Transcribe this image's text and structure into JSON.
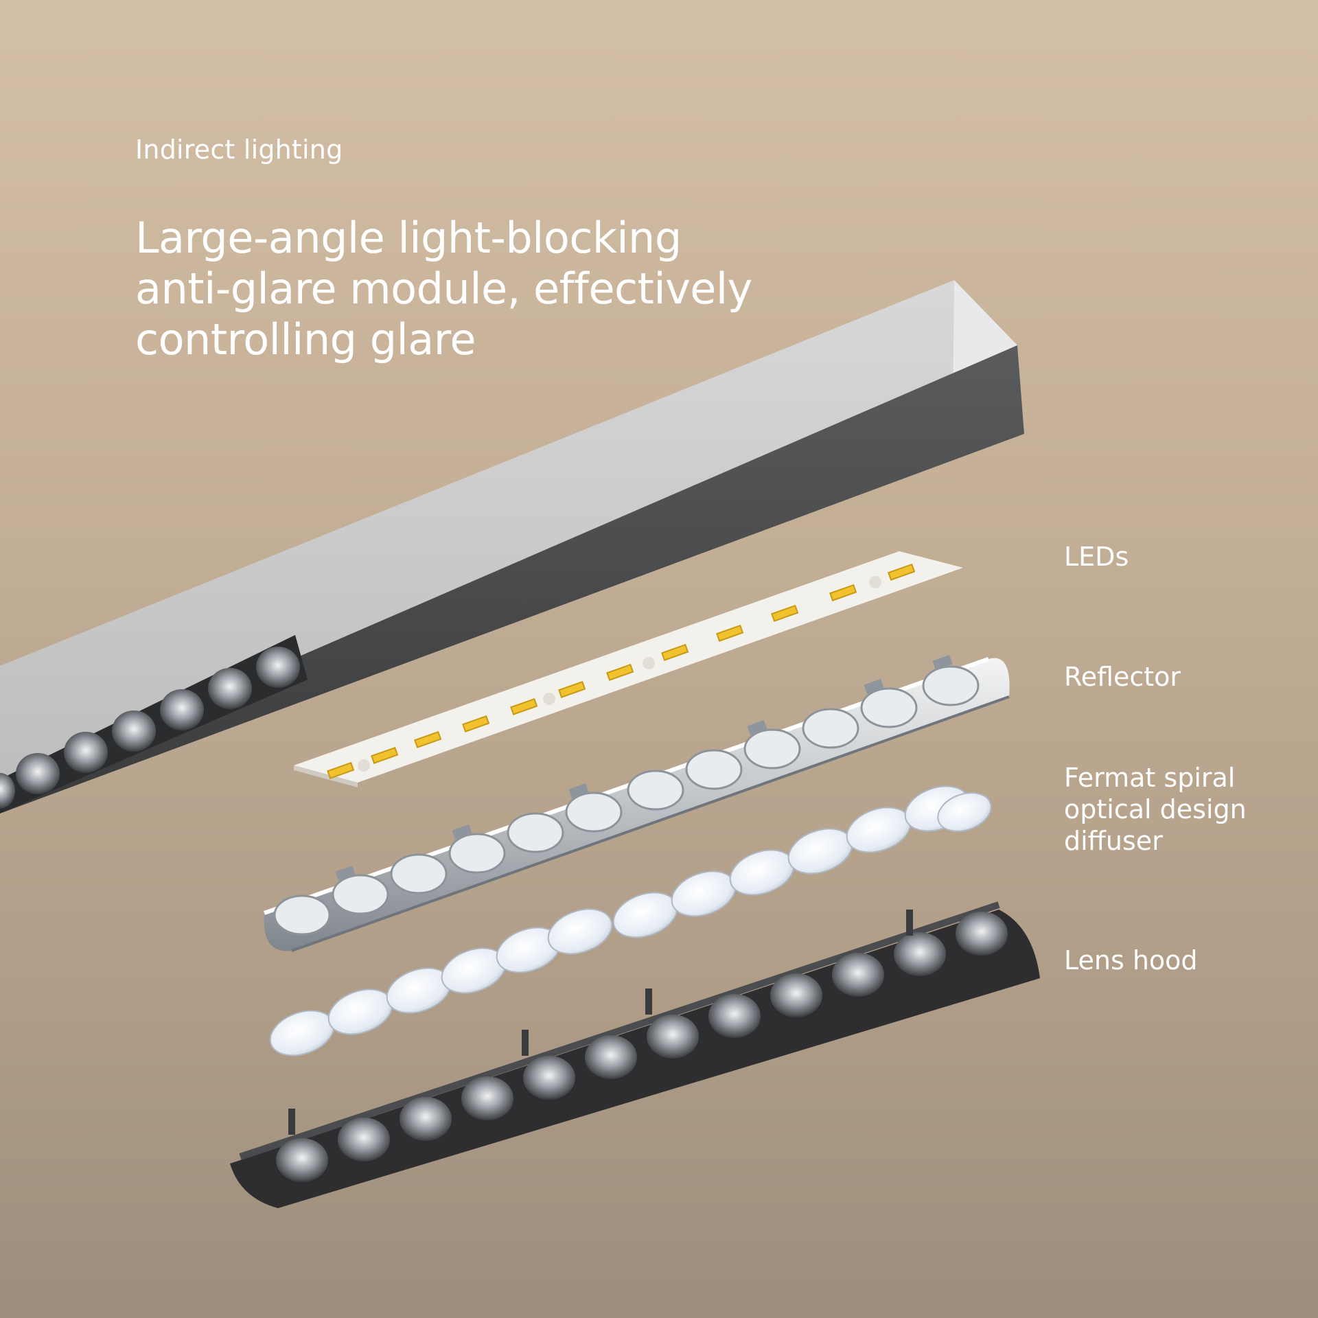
{
  "eyebrow": "Indirect lighting",
  "headline": {
    "line1": "Large-angle light-blocking",
    "line2": "anti-glare module, effectively",
    "line3": "controlling glare"
  },
  "callouts": {
    "leds": "LEDs",
    "reflector": "Reflector",
    "diffuser": {
      "line1": "Fermat spiral",
      "line2": "optical design",
      "line3": "diffuser"
    },
    "lens_hood": "Lens hood"
  },
  "colors": {
    "background_top": "#d3bfa5",
    "background_bottom": "#9d8e7c",
    "text": "#ffffff",
    "housing": "#c9c9c9",
    "led_chip": "#f1c22e",
    "hood": "#2e2e30"
  }
}
